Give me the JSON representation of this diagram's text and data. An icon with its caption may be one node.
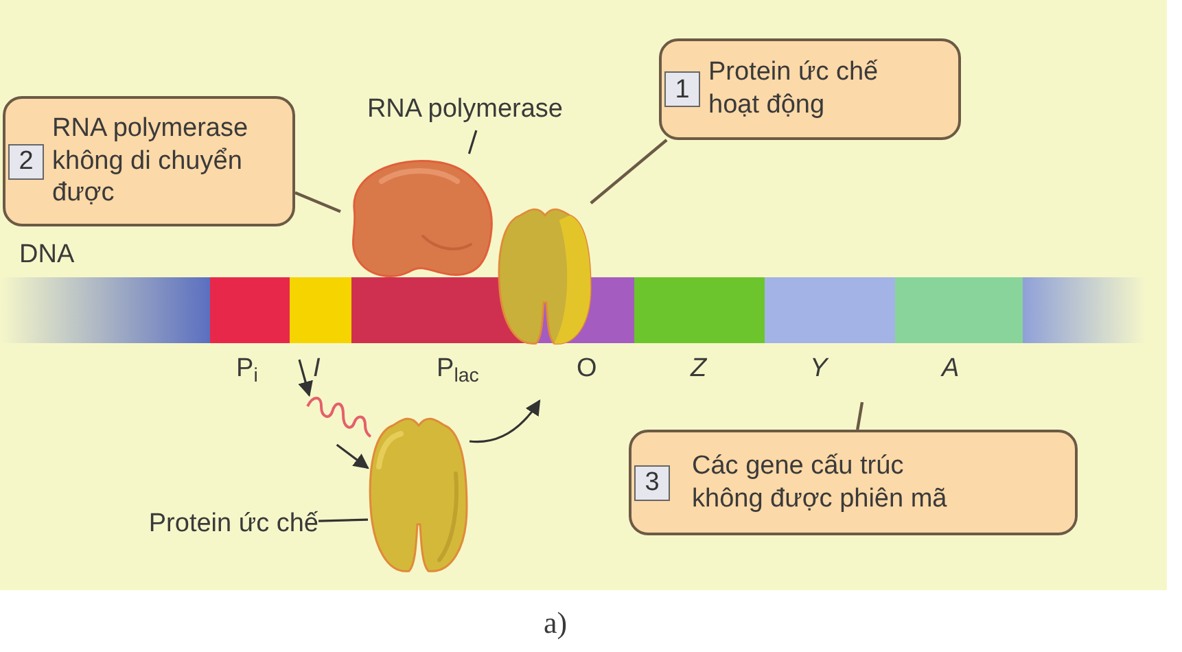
{
  "diagram": {
    "nodes": [
      {
        "text": [
          "1",
          "Protein ức chế hoạt động"
        ]
      },
      {
        "text": [
          "2",
          "RNA polymerase không di chuyển được"
        ]
      },
      {
        "text": [
          "3",
          "Các gene cấu trúc không được phiên mã"
        ]
      },
      {
        "text": [
          "RNA polymerase"
        ]
      },
      {
        "text": [],
        "shape": "picture"
      },
      {
        "text": [],
        "shape": "picture"
      },
      {
        "text": [],
        "shape": "picture"
      },
      {
        "text": [],
        "shape": "picture"
      },
      {
        "text": [
          "Protein ức chế"
        ]
      }
    ],
    "edges": [
      {
        "from": 0,
        "to": 5,
        "arrow": "none"
      },
      {
        "from": 1,
        "to": 4,
        "arrow": "none"
      },
      {
        "from": 3,
        "to": 4,
        "arrow": "none"
      },
      {
        "from": 2,
        "to": null,
        "arrow": "none"
      },
      {
        "from": null,
        "to": 6,
        "arrow": "to"
      },
      {
        "from": 6,
        "to": 7,
        "arrow": "to"
      },
      {
        "from": 7,
        "to": null,
        "arrow": "to"
      },
      {
        "from": 8,
        "to": 7,
        "arrow": "none"
      }
    ],
    "labels": [
      "DNA",
      "P$_{i}$",
      "I",
      "P$_{lac}$",
      "O",
      "Z",
      "Y",
      "A",
      "a)"
    ]
  }
}
